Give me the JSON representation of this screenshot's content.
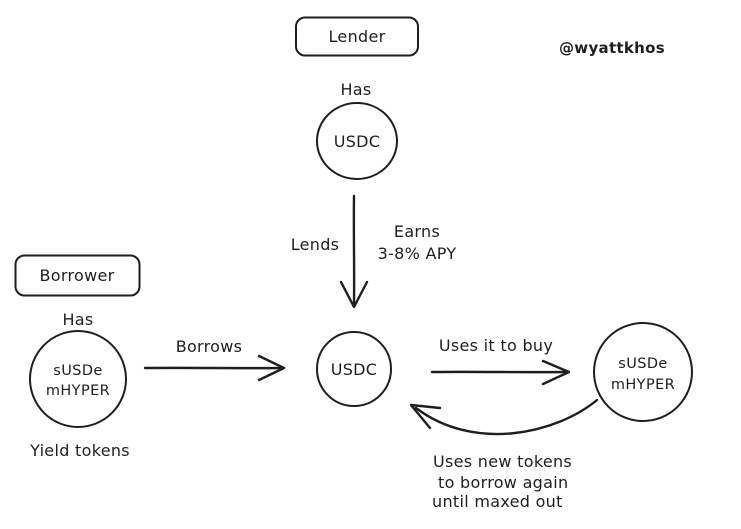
{
  "attribution": "@wyattkhos",
  "colors": {
    "ink": "#1e1e1e",
    "background": "#ffffff"
  },
  "lender": {
    "label": "Lender",
    "has": "Has",
    "token": "USDC"
  },
  "borrower": {
    "label": "Borrower",
    "has": "Has",
    "token_line1": "sUSDe",
    "token_line2": "mHYPER",
    "caption": "Yield tokens"
  },
  "pool": {
    "token": "USDC"
  },
  "purchased": {
    "token_line1": "sUSDe",
    "token_line2": "mHYPER"
  },
  "edges": {
    "lends": "Lends",
    "earns_line1": "Earns",
    "earns_line2": "3-8% APY",
    "borrows": "Borrows",
    "uses_to_buy": "Uses it to buy",
    "loop_line1": "Uses new tokens",
    "loop_line2": "to borrow again",
    "loop_line3": "until maxed out"
  }
}
